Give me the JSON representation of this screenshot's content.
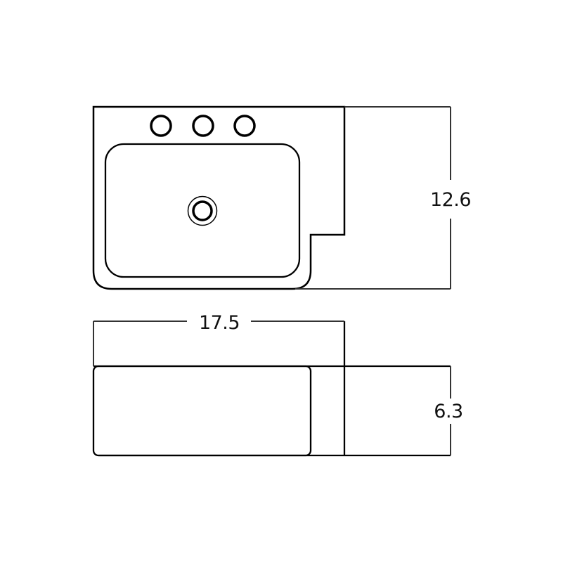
{
  "diagram": {
    "type": "technical-drawing",
    "subject": "rectangular vessel sink with faucet deck and side notch",
    "line_color": "#000000",
    "dimension_line_color": "#333333",
    "background": "#ffffff",
    "top_view": {
      "faucet_holes": 3,
      "drain": "single centered drain ring"
    },
    "side_view": {
      "shape": "rectangle with inner rounded basin profile"
    },
    "dimensions": {
      "depth": "12.6",
      "width": "17.5",
      "height": "6.3"
    }
  }
}
